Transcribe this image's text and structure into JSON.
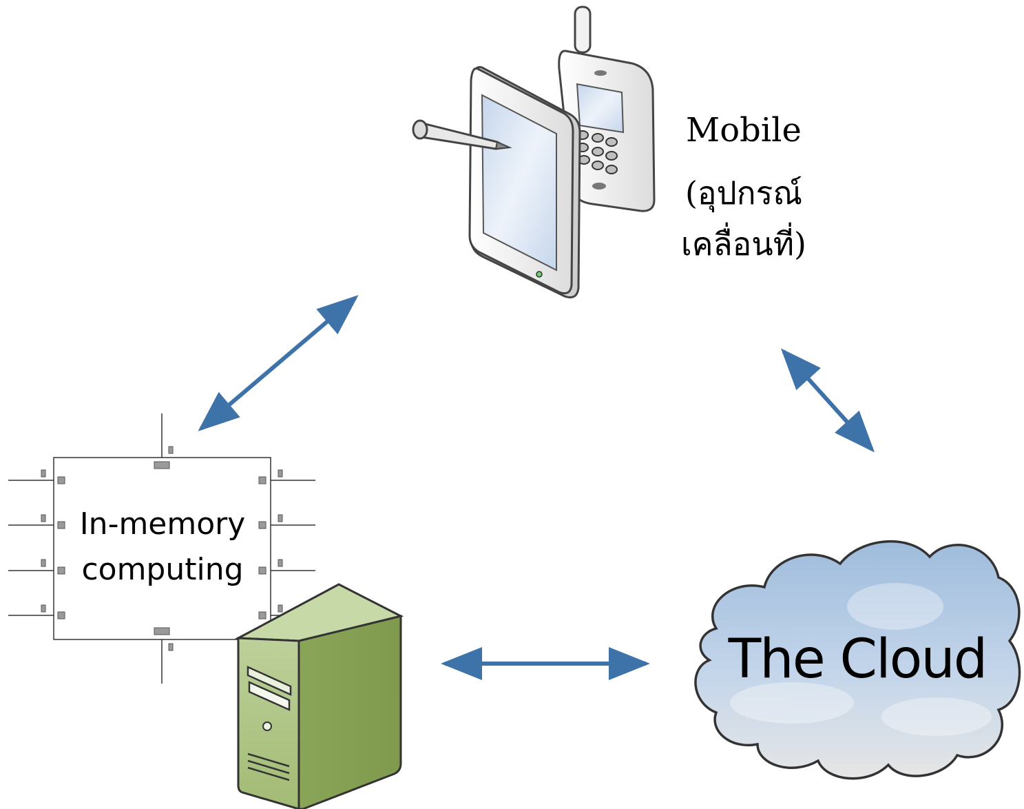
{
  "nodes": {
    "mobile": {
      "title": "Mobile",
      "subtitle_line1": "(อุปกรณ์",
      "subtitle_line2": "เคลื่อนที่)"
    },
    "chip": {
      "line1": "In-memory",
      "line2": "computing"
    },
    "cloud": {
      "label": "The Cloud"
    }
  },
  "icons": [
    "tablet-icon",
    "cell-phone-icon",
    "memory-chip-icon",
    "server-tower-icon",
    "cloud-icon"
  ],
  "colors": {
    "arrow": "#3d73a8",
    "server": "#8eab5c",
    "cloud": "#a9c4e0",
    "device_screen": "#dbe6f4"
  },
  "connections": [
    {
      "from": "mobile",
      "to": "chip",
      "direction": "bidirectional"
    },
    {
      "from": "mobile",
      "to": "cloud",
      "direction": "bidirectional"
    },
    {
      "from": "server",
      "to": "cloud",
      "direction": "bidirectional"
    }
  ]
}
